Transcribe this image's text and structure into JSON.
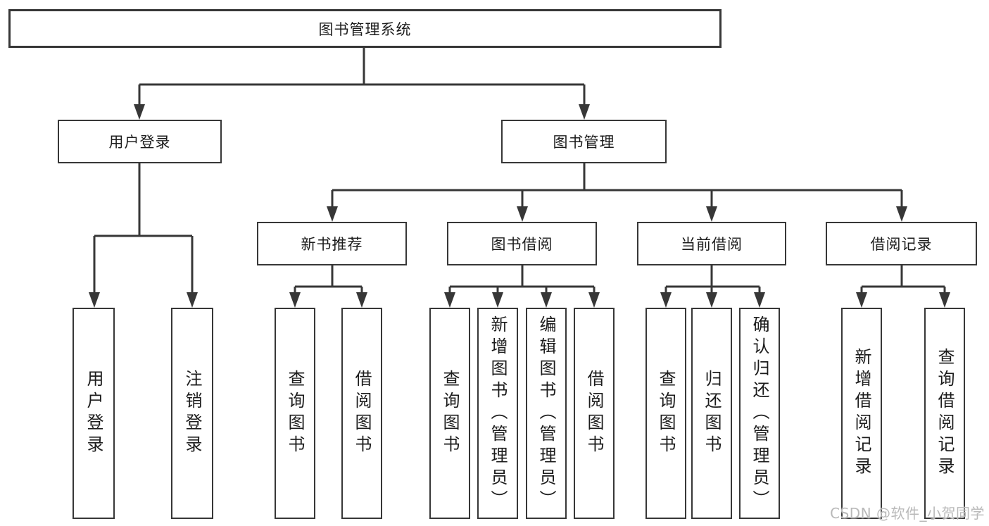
{
  "tree": {
    "root": {
      "label": "图书管理系统",
      "children": [
        {
          "label": "用户登录",
          "children": [
            {
              "label": "用户登录"
            },
            {
              "label": "注销登录"
            }
          ]
        },
        {
          "label": "图书管理",
          "children": [
            {
              "label": "新书推荐",
              "children": [
                {
                  "label": "查询图书"
                },
                {
                  "label": "借阅图书"
                }
              ]
            },
            {
              "label": "图书借阅",
              "children": [
                {
                  "label": "查询图书"
                },
                {
                  "label": "新增图书（管理员）"
                },
                {
                  "label": "编辑图书（管理员）"
                },
                {
                  "label": "借阅图书"
                }
              ]
            },
            {
              "label": "当前借阅",
              "children": [
                {
                  "label": "查询图书"
                },
                {
                  "label": "归还图书"
                },
                {
                  "label": "确认归还（管理员）"
                }
              ]
            },
            {
              "label": "借阅记录",
              "children": [
                {
                  "label": "新增借阅记录"
                },
                {
                  "label": "查询借阅记录"
                }
              ]
            }
          ]
        }
      ]
    }
  },
  "watermark": {
    "text": "CSDN @软件_小贺同学"
  },
  "colors": {
    "line": "#373737",
    "box_border": "#373737",
    "text": "#1c1c1c",
    "background": "#ffffff",
    "watermark": "#b9b9b9"
  }
}
